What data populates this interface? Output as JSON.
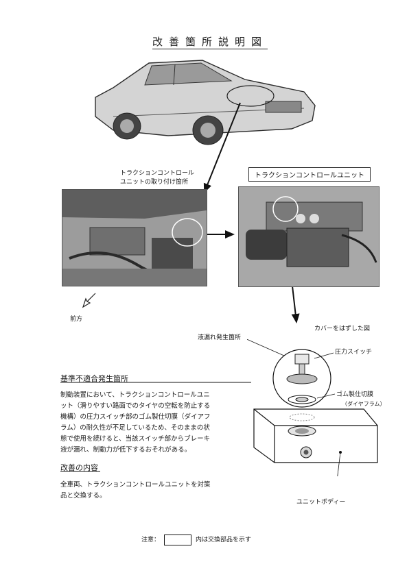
{
  "title": "改善箇所説明図",
  "labels": {
    "mount_location": [
      "トラクションコントロール",
      "ユニットの取り付け箇所"
    ],
    "unit_title": "トラクションコントロールユニット",
    "front": "前方",
    "cover_removed": "カバーをはずした図",
    "leak_location": "液漏れ発生箇所",
    "pressure_switch": "圧力スイッチ",
    "rubber_diaphragm": "ゴム製仕切膜",
    "diaphragm_sub": "（ダイヤフラム）",
    "unit_body": "ユニットボディー"
  },
  "defect": {
    "heading": "基準不適合発生箇所",
    "lines": [
      "制動装置において、トラクションコントロールユニ",
      "ット（滑りやすい路面でのタイヤの空転を防止する",
      "機構）の圧力スイッチ部のゴム製仕切膜（ダイアフ",
      "ラム）の耐久性が不足しているため、そのままの状",
      "態で使用を続けると、当該スイッチ部からブレーキ",
      "液が漏れ、制動力が低下するおそれがある。"
    ]
  },
  "fix": {
    "heading": "改善の内容",
    "lines": [
      "全車両、トラクションコントロールユニットを対策",
      "品と交換する。"
    ]
  },
  "note": {
    "prefix": "注意：",
    "suffix": "内は交換部品を示す"
  }
}
